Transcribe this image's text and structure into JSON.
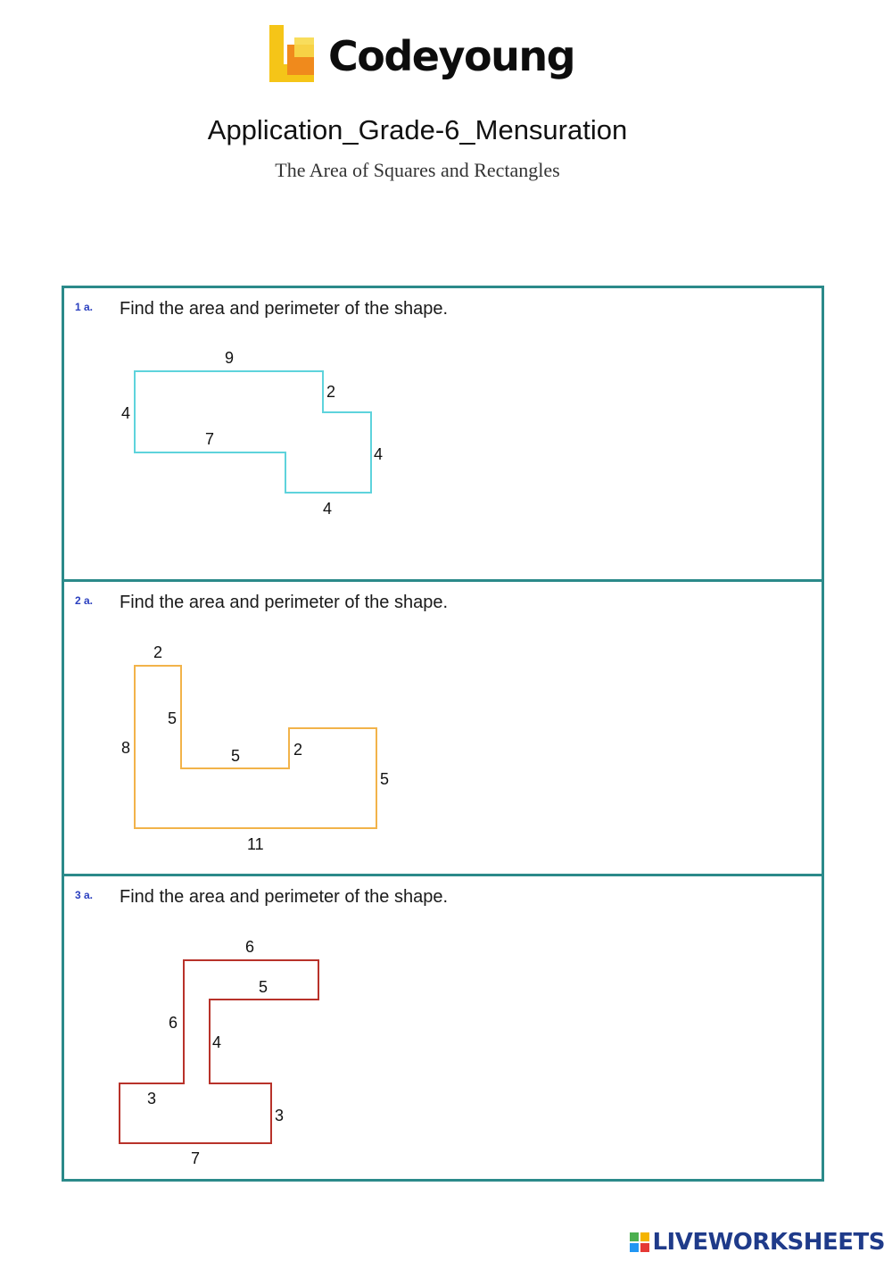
{
  "header": {
    "brand": "Codeyoung",
    "title": "Application_Grade-6_Mensuration",
    "subtitle": "The Area of Squares and Rectangles"
  },
  "questions": [
    {
      "number": "1 a.",
      "prompt": "Find the area and perimeter of the shape.",
      "color": "#5ed3dc",
      "labels": [
        "9",
        "2",
        "4",
        "7",
        "4",
        "4"
      ]
    },
    {
      "number": "2 a.",
      "prompt": "Find the area and perimeter of the shape.",
      "color": "#f2b34a",
      "labels": [
        "2",
        "5",
        "8",
        "5",
        "2",
        "5",
        "11"
      ]
    },
    {
      "number": "3 a.",
      "prompt": "Find the area and perimeter of the shape.",
      "color": "#b8322a",
      "labels": [
        "6",
        "5",
        "6",
        "4",
        "3",
        "3",
        "7"
      ]
    }
  ],
  "footer": {
    "brand": "LIVEWORKSHEETS"
  },
  "colors": {
    "box_border": "#2b8a8a",
    "logo_yellow": "#f5c518",
    "logo_orange": "#f08a1c",
    "footer_text": "#1f3b8a"
  }
}
